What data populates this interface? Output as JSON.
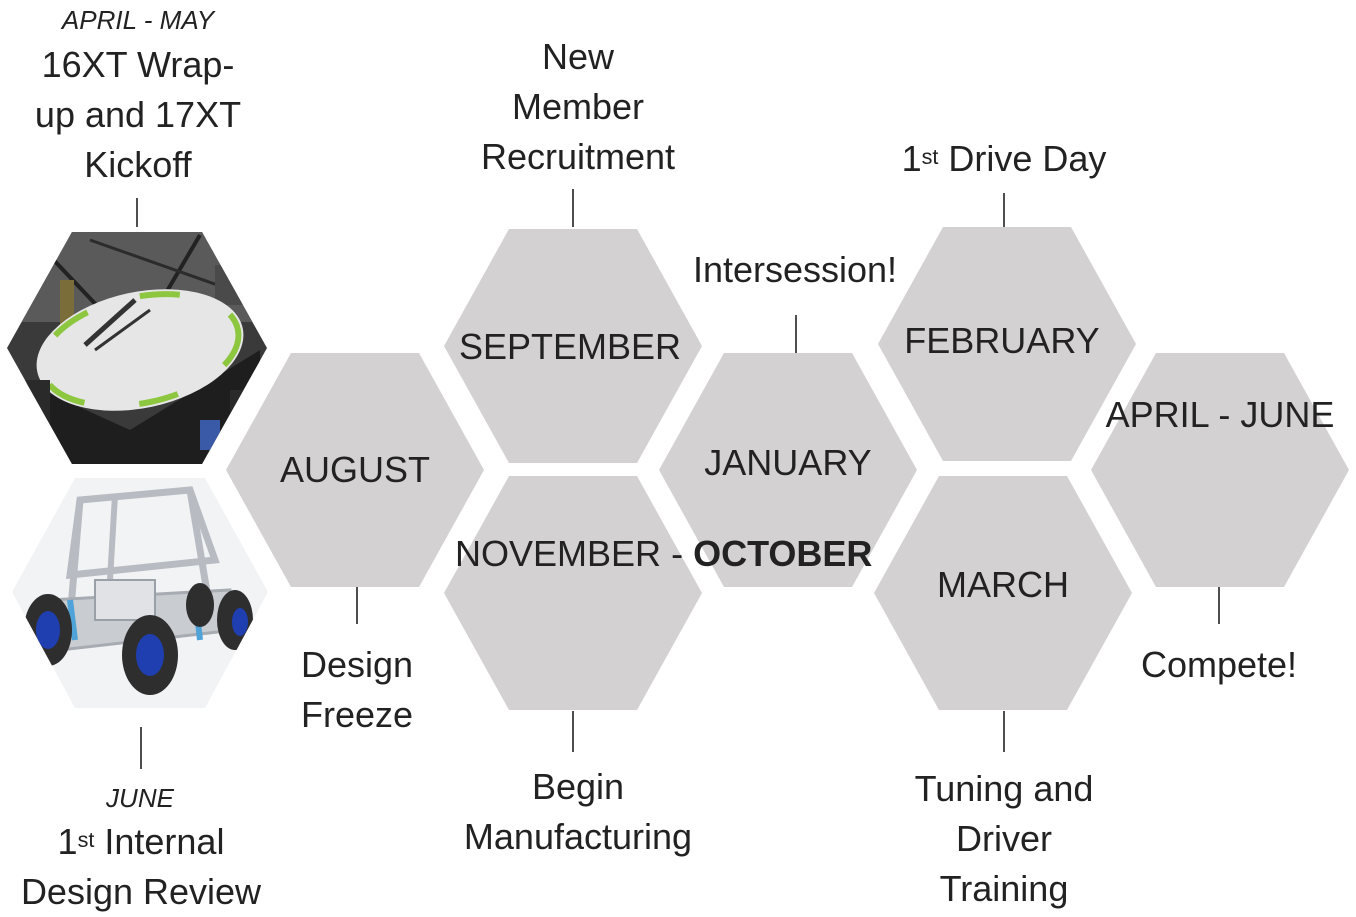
{
  "colors": {
    "hex_fill": "#d3d1d1",
    "connector": "#222222",
    "text": "#222222"
  },
  "hexagons": [
    {
      "id": "august",
      "lines": [
        "AUGUST"
      ]
    },
    {
      "id": "september",
      "lines": [
        "SEPTEMBER"
      ]
    },
    {
      "id": "nov-oct",
      "lines": [
        "NOVEMBER",
        "-",
        "OCTOBER"
      ]
    },
    {
      "id": "january",
      "lines": [
        "JANUARY"
      ]
    },
    {
      "id": "february",
      "lines": [
        "FEBRUARY"
      ]
    },
    {
      "id": "march",
      "lines": [
        "MARCH"
      ]
    },
    {
      "id": "april-june",
      "lines": [
        "APRIL",
        "-",
        "JUNE"
      ]
    }
  ],
  "photos": [
    {
      "id": "fabrication-photo",
      "icon": "workshop-fabrication-photo"
    },
    {
      "id": "car-render",
      "icon": "offroad-car-cad-render"
    }
  ],
  "events": {
    "april_may_period": "APRIL - MAY",
    "april_may_event": [
      "16XT Wrap-",
      "up and 17XT",
      "Kickoff"
    ],
    "june_period": "JUNE",
    "june_event_sup": "st",
    "june_event_line1_pre": "1",
    "june_event_line1_post": " Internal",
    "june_event_line2": "Design Review",
    "design_freeze": [
      "Design",
      "Freeze"
    ],
    "new_member": [
      "New",
      "Member",
      "Recruitment"
    ],
    "begin_manufacturing": [
      "Begin",
      "Manufacturing"
    ],
    "intersession": "Intersession!",
    "drive_day_pre": "1",
    "drive_day_sup": "st",
    "drive_day_post": " Drive Day",
    "tuning": [
      "Tuning and",
      "Driver",
      "Training"
    ],
    "compete": "Compete!"
  }
}
